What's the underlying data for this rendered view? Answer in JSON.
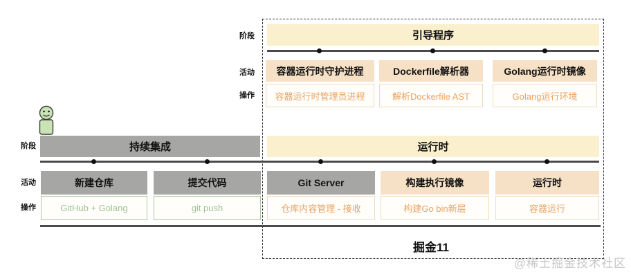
{
  "diagram": {
    "row_labels": {
      "stage": "阶段",
      "activity": "活动",
      "operation": "操作"
    },
    "top_band": {
      "stage": "引导程序",
      "columns": [
        {
          "activity": "容器运行时守护进程",
          "operation": "容器运行时管理员进程"
        },
        {
          "activity": "Dockerfile解析器",
          "operation": "解析Dockerfile AST"
        },
        {
          "activity": "Golang运行时镜像",
          "operation": "Golang运行环境"
        }
      ]
    },
    "bottom_band": {
      "stages": [
        {
          "label": "持续集成",
          "style": "gray"
        },
        {
          "label": "运行时",
          "style": "cream"
        }
      ],
      "columns": [
        {
          "activity": "新建仓库",
          "operation": "GitHub + Golang",
          "activity_style": "gray",
          "operation_style": "green"
        },
        {
          "activity": "提交代码",
          "operation": "git push",
          "activity_style": "gray",
          "operation_style": "green"
        },
        {
          "activity": "Git Server",
          "operation": "仓库内容管理 - 接收",
          "activity_style": "gray",
          "operation_style": "orange"
        },
        {
          "activity": "构建执行镜像",
          "operation": "构建Go bin新层",
          "activity_style": "peach",
          "operation_style": "orange"
        },
        {
          "activity": "运行时",
          "operation": "容器运行",
          "activity_style": "peach",
          "operation_style": "orange"
        }
      ]
    },
    "caption": "掘金11",
    "watermark": "@稀土掘金技术社区",
    "icons": {
      "person": "person-icon"
    },
    "colors": {
      "cream": "#FBF0CE",
      "peach": "#F6E0C6",
      "peach_border": "#EEDABC",
      "orange_text": "#E9A261",
      "gray_fill": "#A6A6A4",
      "green_border": "#ABC8A0",
      "green_text": "#9FC193",
      "timeline": "#4A4A4A",
      "person_green": "#C9E3B5",
      "watermark_gray": "#C8C8C8"
    }
  }
}
